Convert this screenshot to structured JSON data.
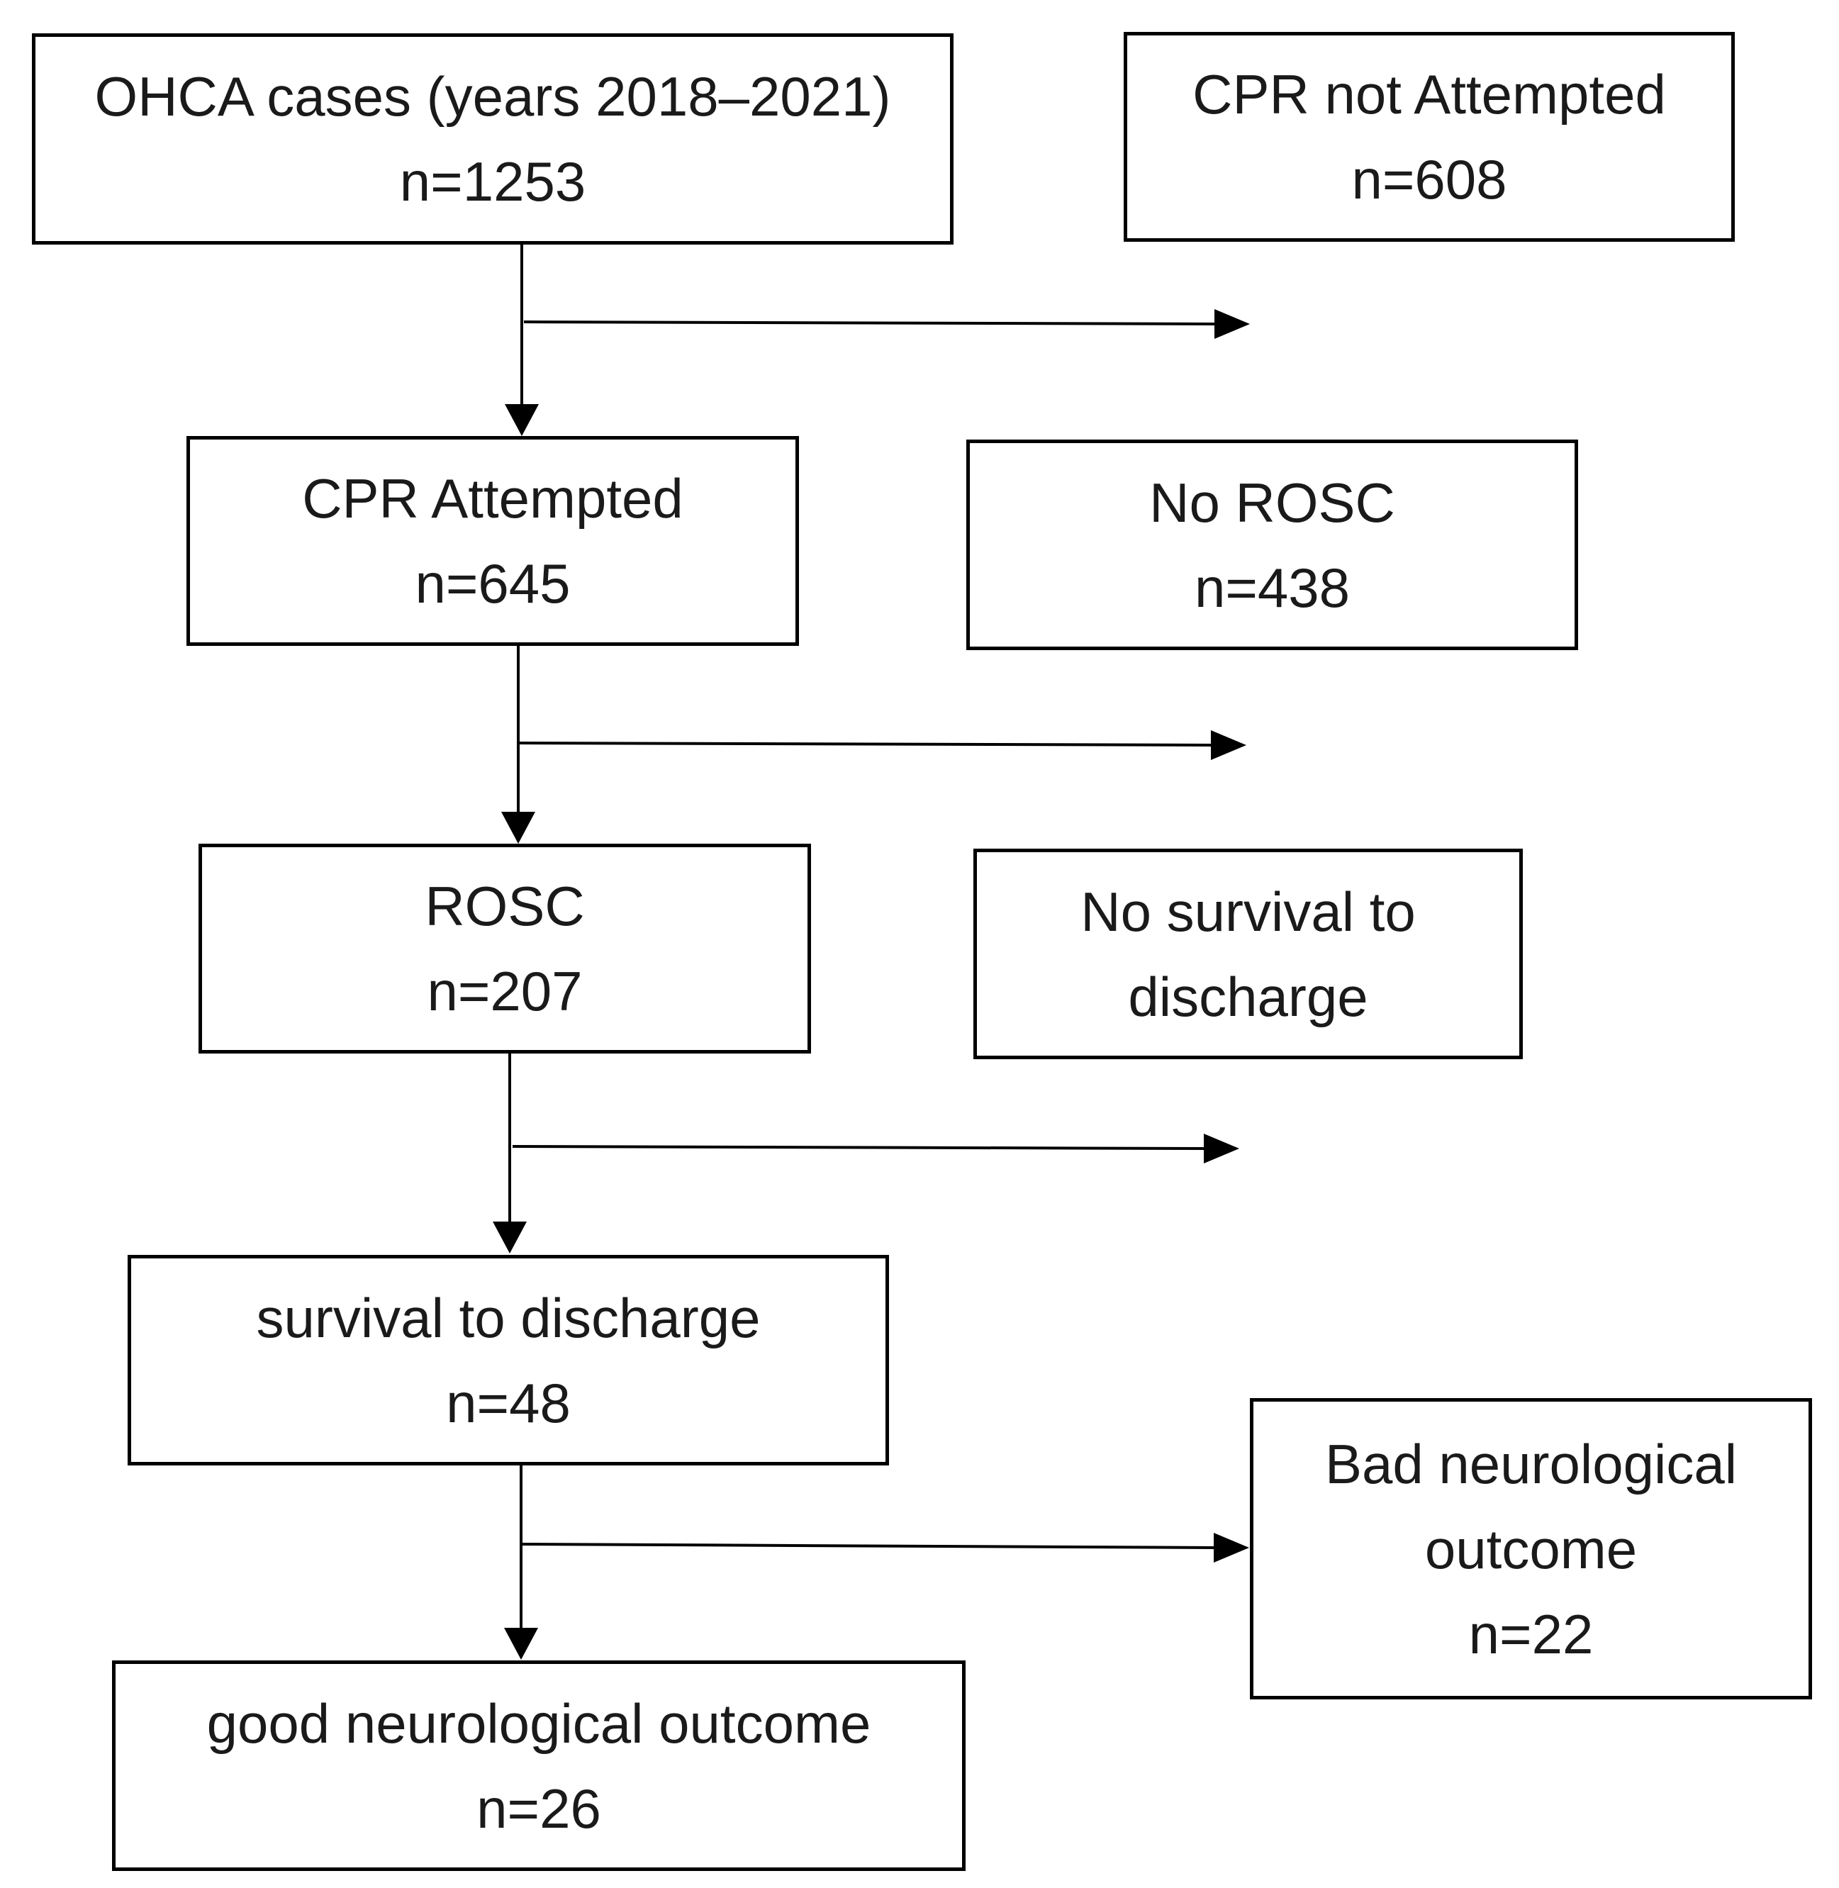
{
  "boxes": {
    "ohca_cases": {
      "line1": "OHCA cases (years 2018–2021)",
      "line2": "n=1253"
    },
    "cpr_not_attempted": {
      "line1": "CPR not Attempted",
      "line2": "n=608"
    },
    "cpr_attempted": {
      "line1": "CPR Attempted",
      "line2": "n=645"
    },
    "no_rosc": {
      "line1": "No ROSC",
      "line2": "n=438"
    },
    "rosc": {
      "line1": "ROSC",
      "line2": "n=207"
    },
    "no_survival": {
      "line1": "No survival to",
      "line2": "discharge"
    },
    "survival_discharge": {
      "line1": "survival to discharge",
      "line2": "n=48"
    },
    "bad_outcome": {
      "line1": "Bad neurological",
      "line2": "outcome",
      "line3": "n=22"
    },
    "good_outcome": {
      "line1": "good neurological outcome",
      "line2": "n=26"
    }
  }
}
